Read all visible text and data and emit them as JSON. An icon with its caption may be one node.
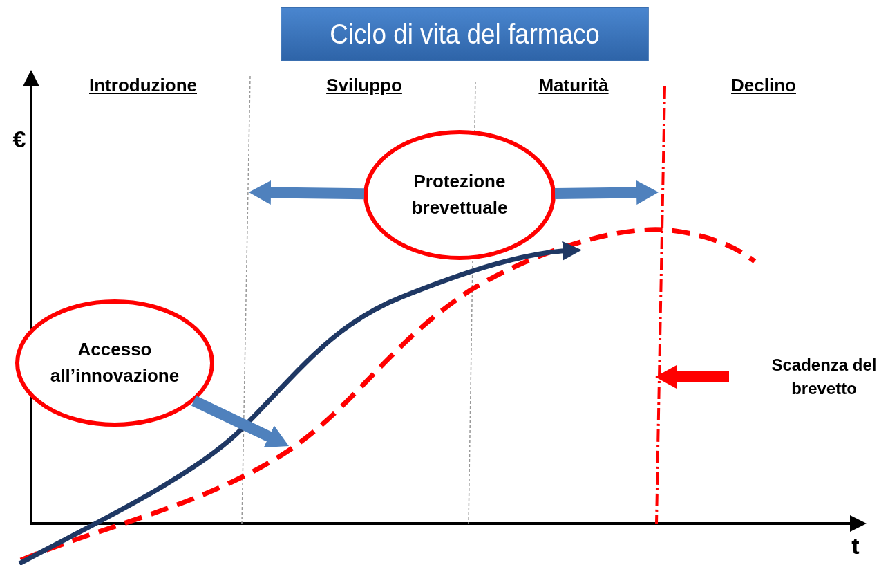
{
  "diagram": {
    "title": "Ciclo di vita del farmaco",
    "nodes": [
      {
        "text": [
          "Protezione brevettuale"
        ]
      },
      {
        "text": [
          "Accesso all’innovazione"
        ]
      },
      {
        "text": [
          "Scadenza del brevetto"
        ]
      },
      {
        "text": [],
        "shape": "line"
      }
    ],
    "edges": [
      {
        "from": 0,
        "to": null,
        "arrow": "to"
      },
      {
        "from": 0,
        "to": 3,
        "arrow": "to"
      },
      {
        "from": 1,
        "to": null,
        "arrow": "to"
      },
      {
        "from": 2,
        "to": 3,
        "arrow": "to",
        "color": "#ff0000"
      }
    ],
    "labels": [
      "Introduzione",
      "Sviluppo",
      "Maturità",
      "Declino",
      "€",
      "t"
    ]
  }
}
